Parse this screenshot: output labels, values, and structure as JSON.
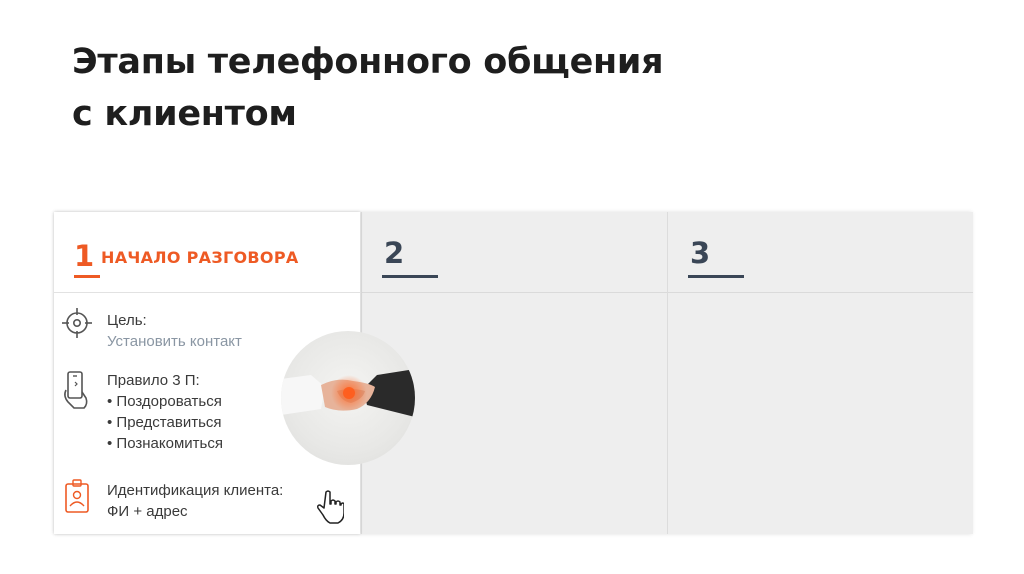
{
  "title": {
    "line1": "Этапы телефонного общения",
    "line2": "с клиентом"
  },
  "columns": [
    {
      "number": "1",
      "heading": "НАЧАЛО РАЗГОВОРА",
      "active": true,
      "items": [
        {
          "icon": "target-icon",
          "label": "Цель:",
          "value": "Установить контакт"
        },
        {
          "icon": "phone-hand-icon",
          "label": "Правило 3 П:",
          "bullets": [
            "• Поздороваться",
            "• Представиться",
            "• Познакомиться"
          ]
        },
        {
          "icon": "id-badge-icon",
          "label": "Идентификация клиента:",
          "value": "ФИ + адрес"
        }
      ]
    },
    {
      "number": "2",
      "heading": "",
      "active": false
    },
    {
      "number": "3",
      "heading": "",
      "active": false
    }
  ],
  "colors": {
    "accent": "#ee5a24",
    "dark": "#3a4656",
    "panel": "#eeeeee",
    "muted_text": "#8a96a3"
  },
  "photo": {
    "subject": "handshake-photo"
  },
  "pointer": {
    "icon": "hand-pointer-icon"
  }
}
